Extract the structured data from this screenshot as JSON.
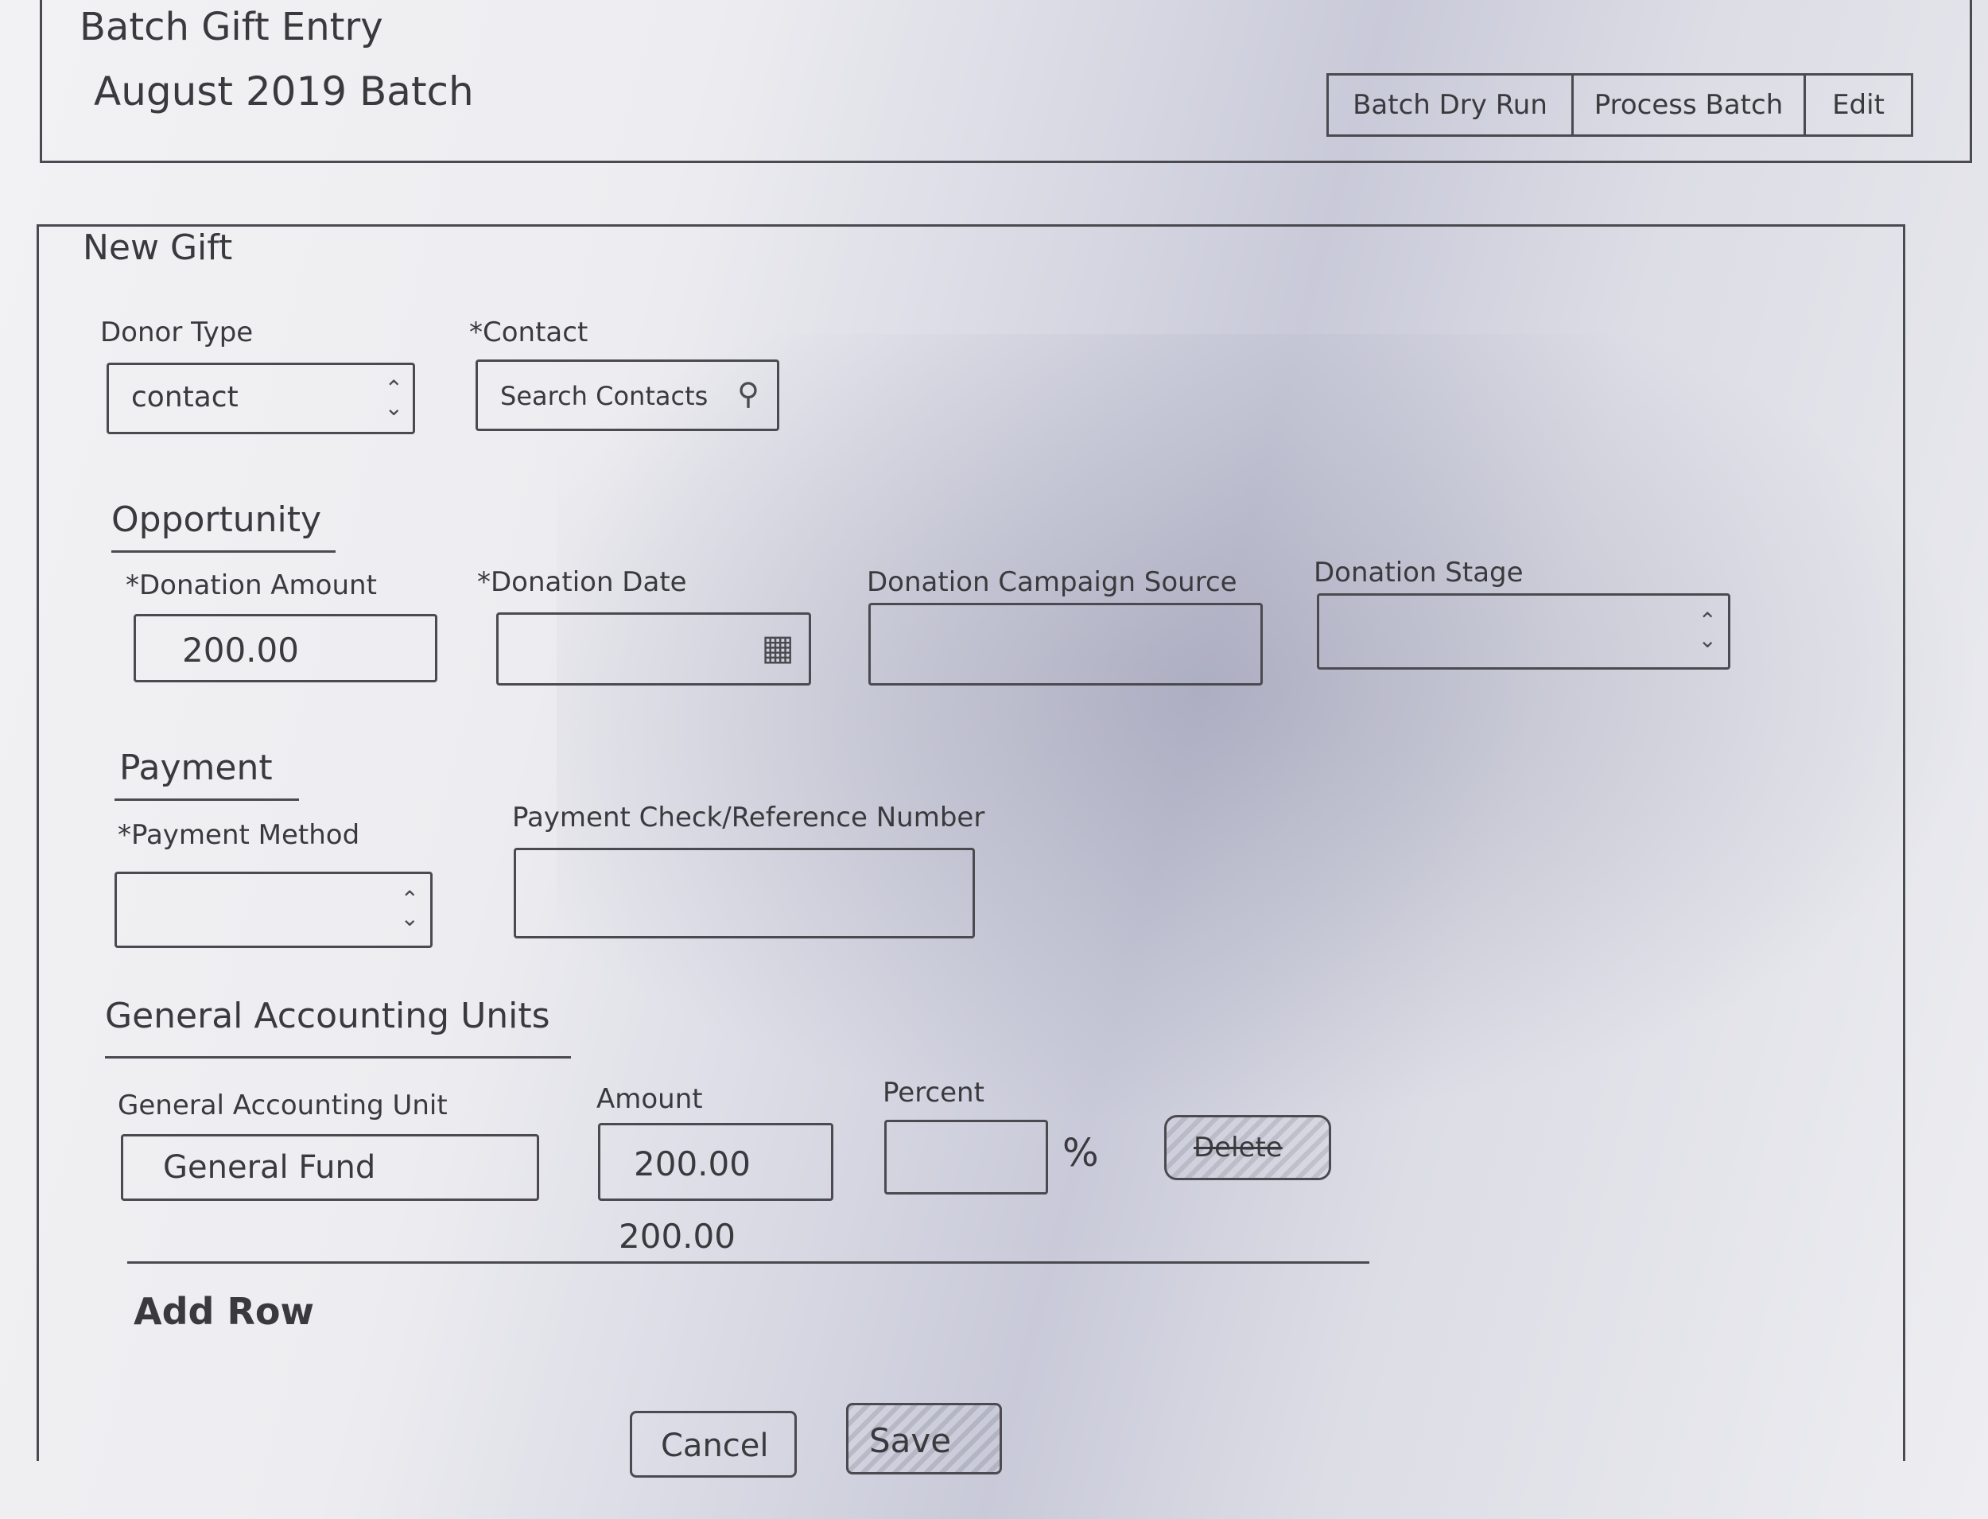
{
  "header": {
    "app_title": "Batch Gift Entry",
    "batch_name": "August 2019 Batch",
    "buttons": [
      "Batch Dry Run",
      "Process Batch",
      "Edit"
    ]
  },
  "panel": {
    "title": "New Gift",
    "donor_type": {
      "label": "Donor Type",
      "value": "contact"
    },
    "contact": {
      "label": "*Contact",
      "placeholder": "Search Contacts"
    },
    "opportunity": {
      "title": "Opportunity",
      "donation_amount": {
        "label": "*Donation Amount",
        "value": "200.00"
      },
      "donation_date": {
        "label": "*Donation Date",
        "value": ""
      },
      "campaign_source": {
        "label": "Donation Campaign Source",
        "value": ""
      },
      "stage": {
        "label": "Donation Stage",
        "value": ""
      }
    },
    "payment": {
      "title": "Payment",
      "method": {
        "label": "*Payment Method",
        "value": ""
      },
      "reference": {
        "label": "Payment Check/Reference Number",
        "value": ""
      }
    },
    "gau": {
      "title": "General Accounting Units",
      "unit_label": "General Accounting Unit",
      "amount_label": "Amount",
      "percent_label": "Percent",
      "rows": [
        {
          "unit": "General Fund",
          "amount": "200.00",
          "percent": ""
        }
      ],
      "percent_symbol": "%",
      "delete_label": "Delete",
      "total": "200.00",
      "add_row_label": "Add Row"
    },
    "cancel_label": "Cancel",
    "save_label": "Save"
  }
}
